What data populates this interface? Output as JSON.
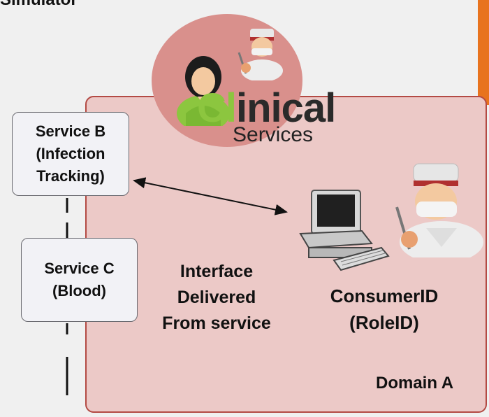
{
  "heading": "Simulator",
  "logo": {
    "clinical_prefix": "Cl",
    "clinical_rest": "inical",
    "services": "Services"
  },
  "service_b": {
    "label": "Service B\n(Infection\nTracking)"
  },
  "service_c": {
    "label": "Service C\n(Blood)"
  },
  "interface_label": "Interface\nDelivered\nFrom service",
  "consumer_label": "ConsumerID\n(RoleID)",
  "domain_label": "Domain A",
  "icons": [
    "nurse-icon",
    "surgeon-icon",
    "computer-icon"
  ],
  "colors": {
    "domain_fill": "#ecc9c7",
    "domain_border": "#b34a44",
    "circle_fill": "#d9908c",
    "accent_orange": "#e8731e",
    "clinical_green": "#8cc63f"
  }
}
